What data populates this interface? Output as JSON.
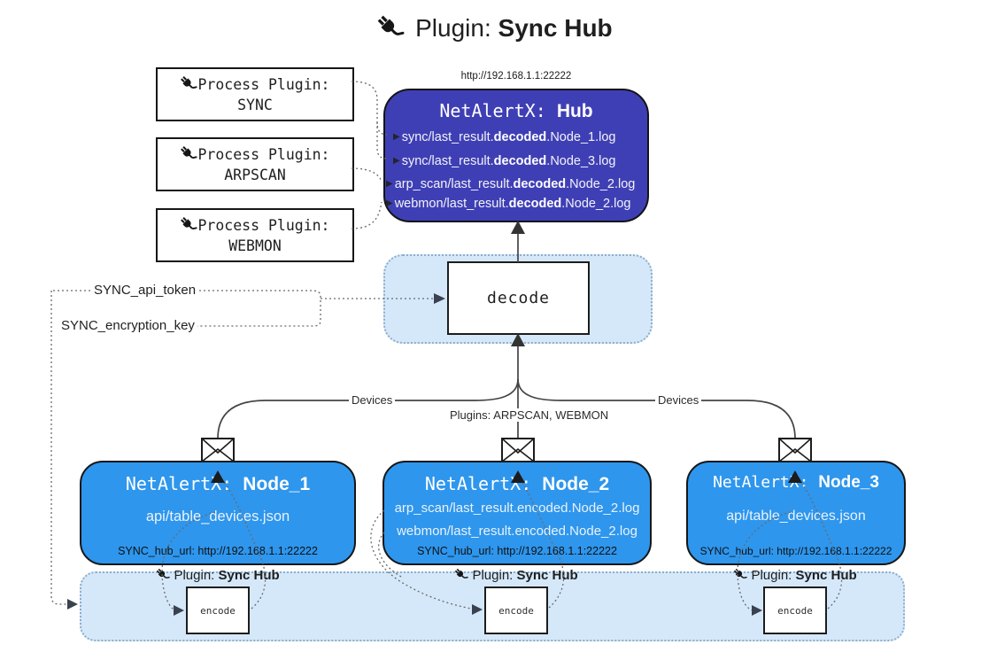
{
  "title": {
    "label": "Plugin:",
    "name": "Sync Hub"
  },
  "process_plugins": [
    {
      "label": "Process Plugin:",
      "name": "SYNC"
    },
    {
      "label": "Process Plugin:",
      "name": "ARPSCAN"
    },
    {
      "label": "Process Plugin:",
      "name": "WEBMON"
    }
  ],
  "hub": {
    "url": "http://192.168.1.1:22222",
    "title_prefix": "NetAlertX:",
    "title_name": "Hub",
    "files": [
      {
        "pre": "sync/last_result.",
        "bold": "decoded",
        "post": ".Node_1.log"
      },
      {
        "pre": "sync/last_result.",
        "bold": "decoded",
        "post": ".Node_3.log"
      },
      {
        "pre": "arp_scan/last_result.",
        "bold": "decoded",
        "post": ".Node_2.log"
      },
      {
        "pre": "webmon/last_result.",
        "bold": "decoded",
        "post": ".Node_2.log"
      }
    ]
  },
  "decode": {
    "label": "decode"
  },
  "config": {
    "api_token": "SYNC_api_token",
    "encryption_key": "SYNC_encryption_key"
  },
  "edges": {
    "devices_left": "Devices",
    "devices_right": "Devices",
    "plugins_center": "Plugins: ARPSCAN, WEBMON"
  },
  "nodes": [
    {
      "title_prefix": "NetAlertX:",
      "title_name": "Node_1",
      "files": [
        "api/table_devices.json"
      ],
      "hub_url": "SYNC_hub_url: http://192.168.1.1:22222"
    },
    {
      "title_prefix": "NetAlertX:",
      "title_name": "Node_2",
      "files": [
        "arp_scan/last_result.encoded.Node_2.log",
        "webmon/last_result.encoded.Node_2.log"
      ],
      "hub_url": "SYNC_hub_url: http://192.168.1.1:22222"
    },
    {
      "title_prefix": "NetAlertX:",
      "title_name": "Node_3",
      "files": [
        "api/table_devices.json"
      ],
      "hub_url": "SYNC_hub_url: http://192.168.1.1:22222"
    }
  ],
  "encoders": [
    {
      "plugin_label": "Plugin:",
      "plugin_name": "Sync Hub",
      "box_label": "encode"
    },
    {
      "plugin_label": "Plugin:",
      "plugin_name": "Sync Hub",
      "box_label": "encode"
    },
    {
      "plugin_label": "Plugin:",
      "plugin_name": "Sync Hub",
      "box_label": "encode"
    }
  ],
  "colors": {
    "hub_fill": "#3f3fb5",
    "node_fill": "#2e96ed",
    "panel_fill": "#d5e8fa",
    "line": "#4a4a4a"
  }
}
